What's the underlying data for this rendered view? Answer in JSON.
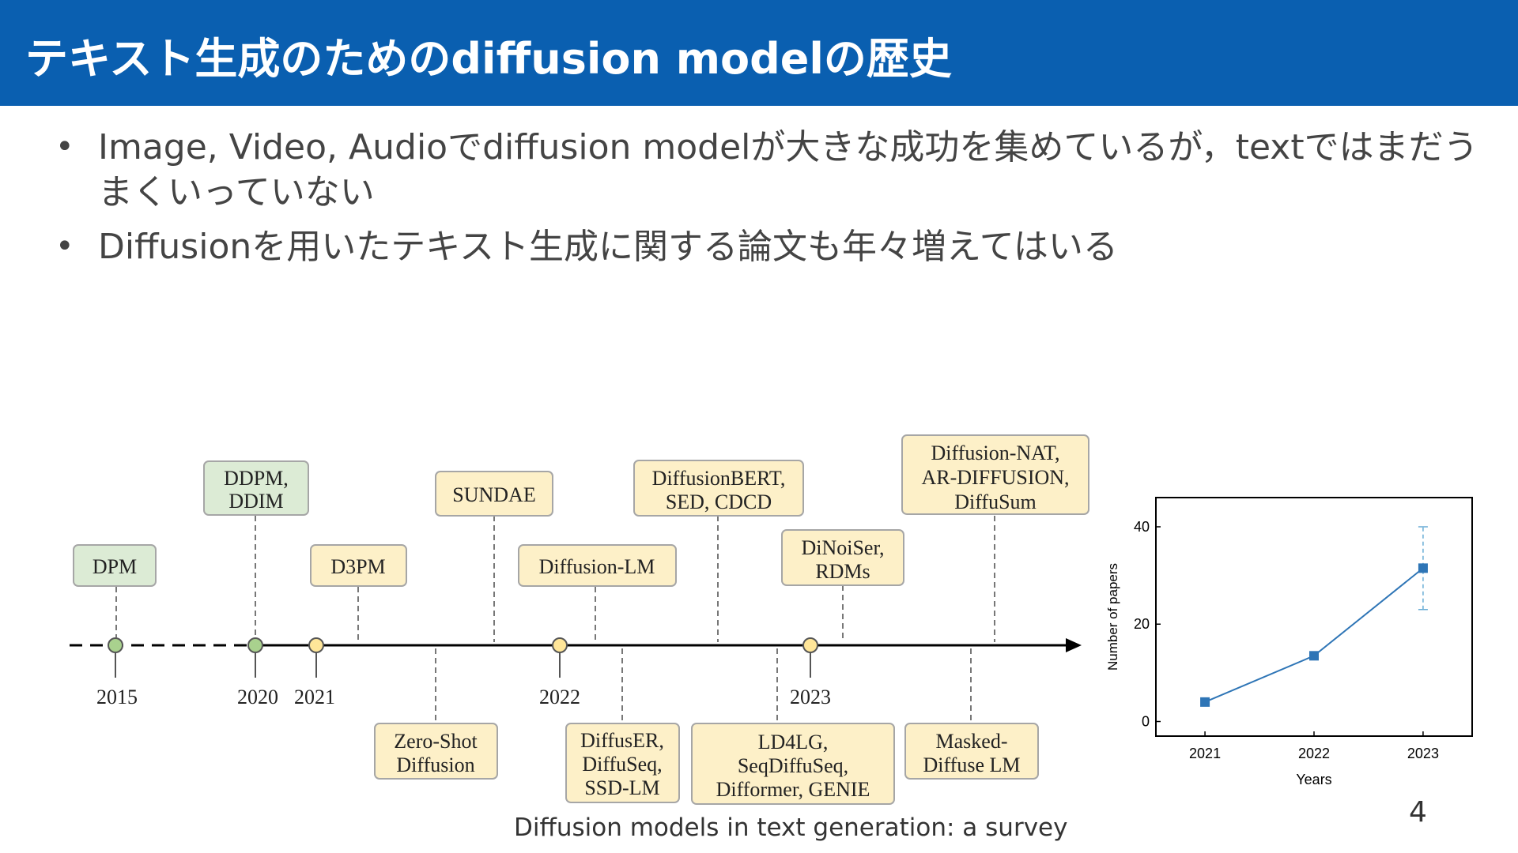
{
  "slide": {
    "title": "テキスト生成のためのdiffusion modelの歴史",
    "bullets": [
      "Image, Video, Audioでdiffusion modelが大きな成功を集めているが，textではまだうまくいっていない",
      "Diffusionを用いたテキスト生成に関する論文も年々増えてはいる"
    ],
    "bullet_marker": "•",
    "caption": "Diffusion models in text generation: a survey",
    "page_number": "4"
  },
  "timeline": {
    "years": [
      "2015",
      "2020",
      "2021",
      "2022",
      "2023"
    ],
    "upper_boxes": [
      {
        "lines": [
          "DPM"
        ],
        "color": "green"
      },
      {
        "lines": [
          "DDPM,",
          "DDIM"
        ],
        "color": "green"
      },
      {
        "lines": [
          "D3PM"
        ],
        "color": "yellow"
      },
      {
        "lines": [
          "SUNDAE"
        ],
        "color": "yellow"
      },
      {
        "lines": [
          "Diffusion-LM"
        ],
        "color": "yellow"
      },
      {
        "lines": [
          "DiffusionBERT,",
          "SED, CDCD"
        ],
        "color": "yellow"
      },
      {
        "lines": [
          "DiNoiSer,",
          "RDMs"
        ],
        "color": "yellow"
      },
      {
        "lines": [
          "Diffusion-NAT,",
          "AR-DIFFUSION,",
          "DiffuSum"
        ],
        "color": "yellow"
      }
    ],
    "lower_boxes": [
      {
        "lines": [
          "Zero-Shot",
          "Diffusion"
        ]
      },
      {
        "lines": [
          "DiffusER,",
          "DiffuSeq,",
          "SSD-LM"
        ]
      },
      {
        "lines": [
          "LD4LG,",
          "SeqDiffuSeq,",
          "Difformer, GENIE"
        ]
      },
      {
        "lines": [
          "Masked-",
          "Diffuse LM"
        ]
      }
    ],
    "colors": {
      "green_fill": "#dcebd5",
      "green_dot": "#a9d18e",
      "yellow_fill": "#fdf0c8",
      "yellow_dot": "#ffe699",
      "box_border": "#a6a6a6"
    }
  },
  "chart_data": {
    "type": "line",
    "x": [
      2021,
      2022,
      2023
    ],
    "values": [
      4,
      13.5,
      31.5
    ],
    "error": [
      null,
      null,
      [
        23,
        40
      ]
    ],
    "xticks": [
      "2021",
      "2022",
      "2023"
    ],
    "yticks": [
      "0",
      "20",
      "40"
    ],
    "xlabel": "Years",
    "ylabel": "Number of papers",
    "ylim": [
      -3,
      46
    ],
    "color": "#2e75b6",
    "grid": false
  }
}
